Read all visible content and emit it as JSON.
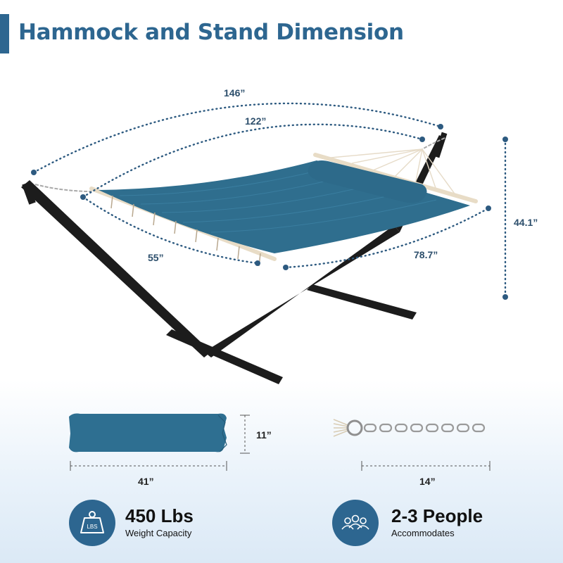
{
  "title": "Hammock and Stand Dimension",
  "dimensions": {
    "overall_length": "146”",
    "bed_length": "122”",
    "height": "44.1”",
    "width": "55”",
    "bed_width": "78.7”",
    "pillow_height": "11”",
    "pillow_length": "41”",
    "chain_length": "14”"
  },
  "specs": [
    {
      "value": "450 Lbs",
      "label": "Weight Capacity",
      "icon": "weight-icon",
      "icon_text": "LBS"
    },
    {
      "value": "2-3 People",
      "label": "Accommodates",
      "icon": "people-icon"
    }
  ],
  "colors": {
    "brand": "#2d6690",
    "fabric": "#2f6e8e",
    "stand": "#1c1c1c",
    "dotted_line": "#2d5a80"
  }
}
